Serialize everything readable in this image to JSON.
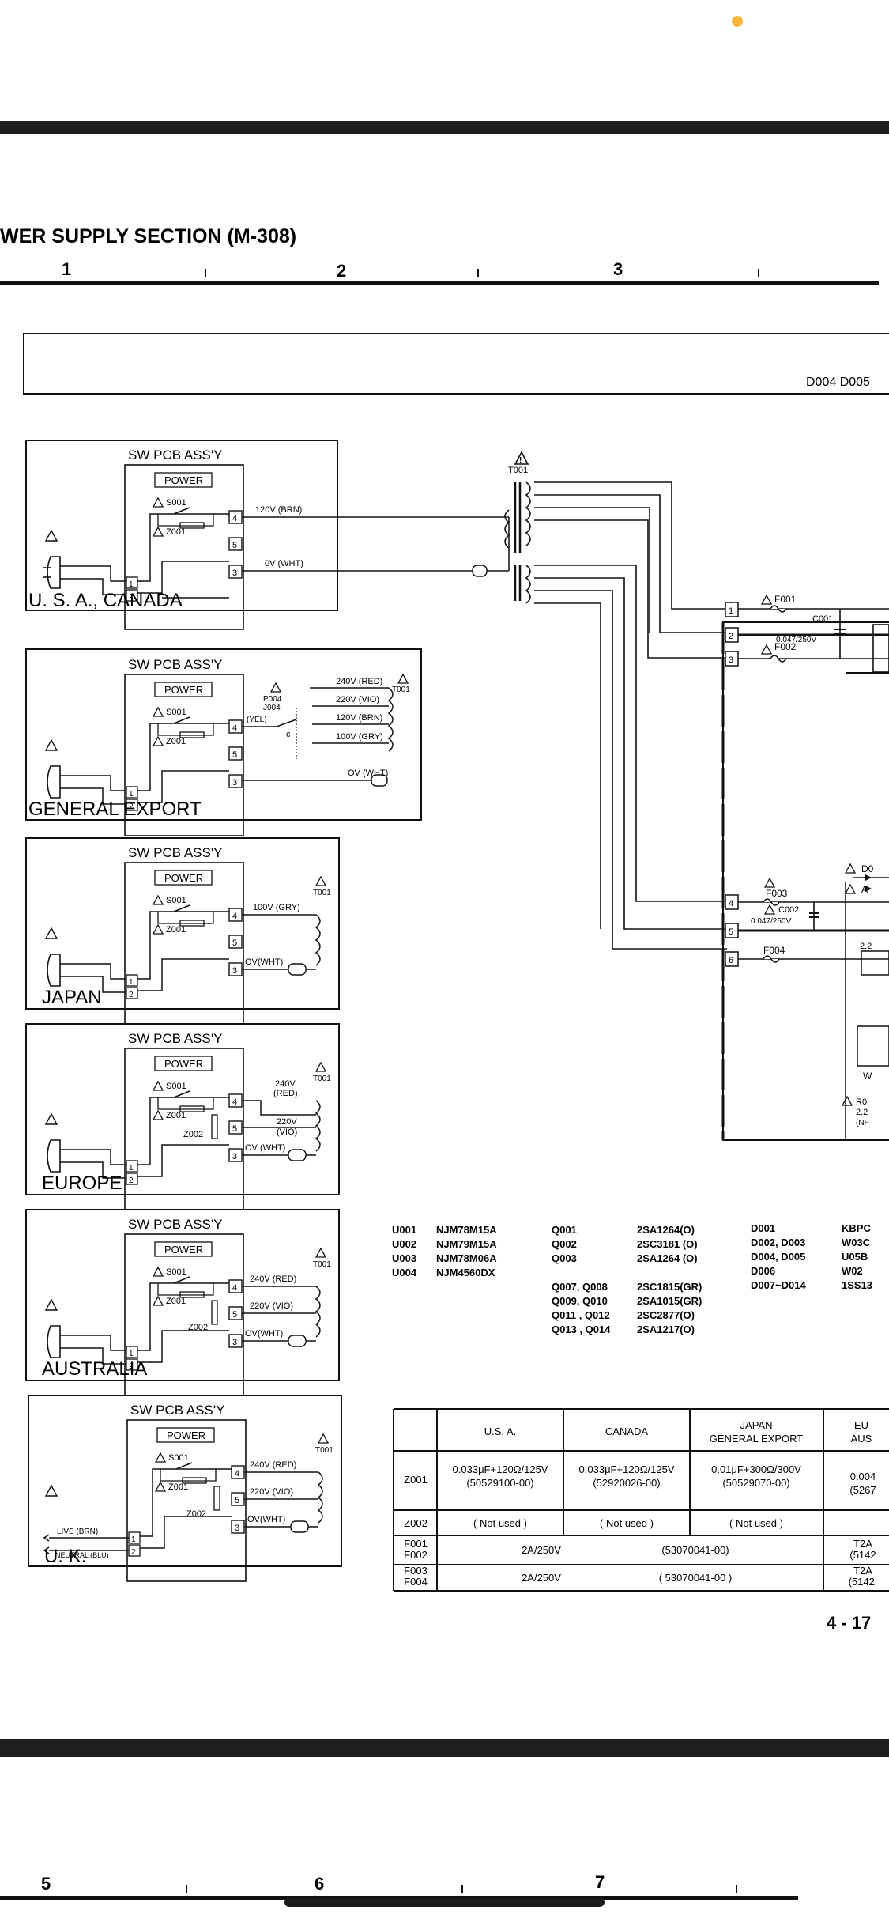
{
  "header": {
    "title": "WER SUPPLY SECTION (M-308)",
    "columns": [
      "1",
      "2",
      "3"
    ],
    "columns_lower": [
      "5",
      "6",
      "7"
    ],
    "box_label": "D004 D005",
    "page_number": "4 - 17"
  },
  "blocks": [
    {
      "title": "SW PCB ASS'Y",
      "power": "POWER",
      "s": "S001",
      "z": "Z001",
      "region": "U. S. A.,   CANADA"
    },
    {
      "title": "SW PCB ASS'Y",
      "power": "POWER",
      "s": "S001",
      "z": "Z001",
      "region": "GENERAL EXPORT"
    },
    {
      "title": "SW PCB ASS'Y",
      "power": "POWER",
      "s": "S001",
      "z": "Z001",
      "region": "JAPAN"
    },
    {
      "title": "SW PCB ASS'Y",
      "power": "POWER",
      "s": "S001",
      "z": "Z001",
      "region": "EUROPE"
    },
    {
      "title": "SW PCB ASS'Y",
      "power": "POWER",
      "s": "S001",
      "z": "Z001",
      "region": "AUSTRALIA"
    },
    {
      "title": "SW PCB ASS'Y",
      "power": "POWER",
      "s": "S001",
      "z": "Z001",
      "region": "U. K."
    }
  ],
  "wires": {
    "usa_120": "120V (BRN)",
    "usa_0": "0V (WHT)",
    "ge_240": "240V (RED)",
    "ge_220": "220V (VIO)",
    "ge_120": "120V (BRN)",
    "ge_100": "100V (GRY)",
    "ge_0": "OV (WHT)",
    "ge_yel": "(YEL)",
    "ge_p004": "P004",
    "ge_j004": "J004",
    "jp_100": "100V (GRY)",
    "jp_0": "OV(WHT)",
    "eu_240": "240V",
    "eu_red": "(RED)",
    "eu_220": "220V",
    "eu_vio": "(VIO)",
    "eu_0": "OV (WHT)",
    "au_240": "240V (RED)",
    "au_220": "220V (VIO)",
    "au_0": "OV(WHT)",
    "uk_240": "240V (RED)",
    "uk_220": "220V (VIO)",
    "uk_0": "OV(WHT)",
    "uk_live": "LIVE  (BRN)",
    "uk_neutral": "NEUTRAL (BLU)",
    "z002": "Z002",
    "t001": "T001"
  },
  "fuses": {
    "f001": "F001",
    "f002": "F002",
    "f003": "F003",
    "f004": "F004",
    "c001": "C001",
    "c001_val": "0.047/250V",
    "c002": "C002",
    "c002_val": "0.047/250V"
  },
  "parts": {
    "col1": [
      "U001",
      "U002",
      "U003",
      "U004"
    ],
    "col2": [
      "NJM78M15A",
      "NJM79M15A",
      "NJM78M06A",
      "NJM4560DX"
    ],
    "col3": [
      "Q001",
      "Q002",
      "Q003",
      "",
      "Q007, Q008",
      "Q009, Q010",
      "Q011 , Q012",
      "Q013 , Q014"
    ],
    "col4": [
      "2SA1264(O)",
      "2SC3181 (O)",
      "2SA1264 (O)",
      "",
      "2SC1815(GR)",
      "2SA1015(GR)",
      "2SC2877(O)",
      "2SA1217(O)"
    ],
    "col5": [
      "D001",
      "D002, D003",
      "D004, D005",
      "D006",
      "D007~D014"
    ],
    "col6": [
      "KBPC",
      "W03C",
      "U05B",
      "W02",
      "1SS13"
    ]
  },
  "table": {
    "headers": [
      "",
      "U.S. A.",
      "CANADA",
      "JAPAN\nGENERAL EXPORT",
      "EU\nAUS"
    ],
    "h_japan1": "JAPAN",
    "h_japan2": "GENERAL EXPORT",
    "h_eu1": "EU",
    "h_eu2": "AUS",
    "r1_label": "Z001",
    "r1_usa1": "0.033μF+120Ω/125V",
    "r1_usa2": "(50529100-00)",
    "r1_can1": "0.033μF+120Ω/125V",
    "r1_can2": "(52920026-00)",
    "r1_jp1": "0.01μF+300Ω/300V",
    "r1_jp2": "(50529070-00)",
    "r1_eu1": "0.004",
    "r1_eu2": "(5267",
    "r2_label": "Z002",
    "r2_usa": "( Not used )",
    "r2_can": "( Not used )",
    "r2_jp": "( Not used )",
    "r3_label1": "F001",
    "r3_label2": "F002",
    "r3_val": "2A/250V",
    "r3_code": "(53070041-00)",
    "r3_eu1": "T2A",
    "r3_eu2": "(5142",
    "r4_label1": "F003",
    "r4_label2": "F004",
    "r4_val": "2A/250V",
    "r4_code": "( 53070041-00 )",
    "r4_eu1": "T2A",
    "r4_eu2": "(5142."
  },
  "right_labels": {
    "r1": "D0",
    "r2": "A",
    "r3": "2.2",
    "r4": "(NF",
    "r5": "W",
    "r6": "R0"
  }
}
